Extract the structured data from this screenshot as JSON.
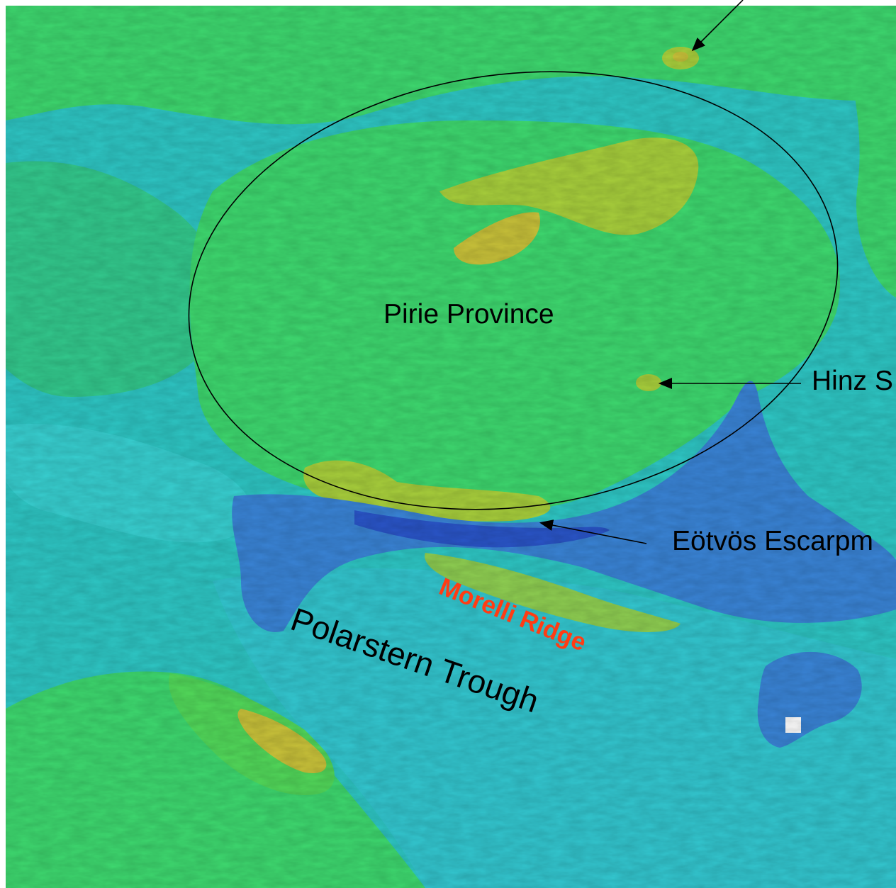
{
  "map": {
    "labels": {
      "pirie_province": "Pirie Province",
      "hinz": "Hinz S",
      "eotvos": "Eötvös Escarpm",
      "polarstern": "Polarstern Trough",
      "morelli": "Morelli Ridge"
    },
    "colors": {
      "shallow_green": "#2fcf6a",
      "mid_green": "#3ed86f",
      "yellow_high": "#c9c23a",
      "cyan": "#2ec6c4",
      "light_cyan": "#38cfd0",
      "mid_blue": "#3a84d6",
      "deep_blue": "#2a55c8",
      "morelli_label": "#ff3c14",
      "annotation_line": "#000000"
    },
    "icons": {
      "arrow_head": "arrow-head-icon",
      "outline_ellipse": "province-outline-ellipse"
    }
  }
}
